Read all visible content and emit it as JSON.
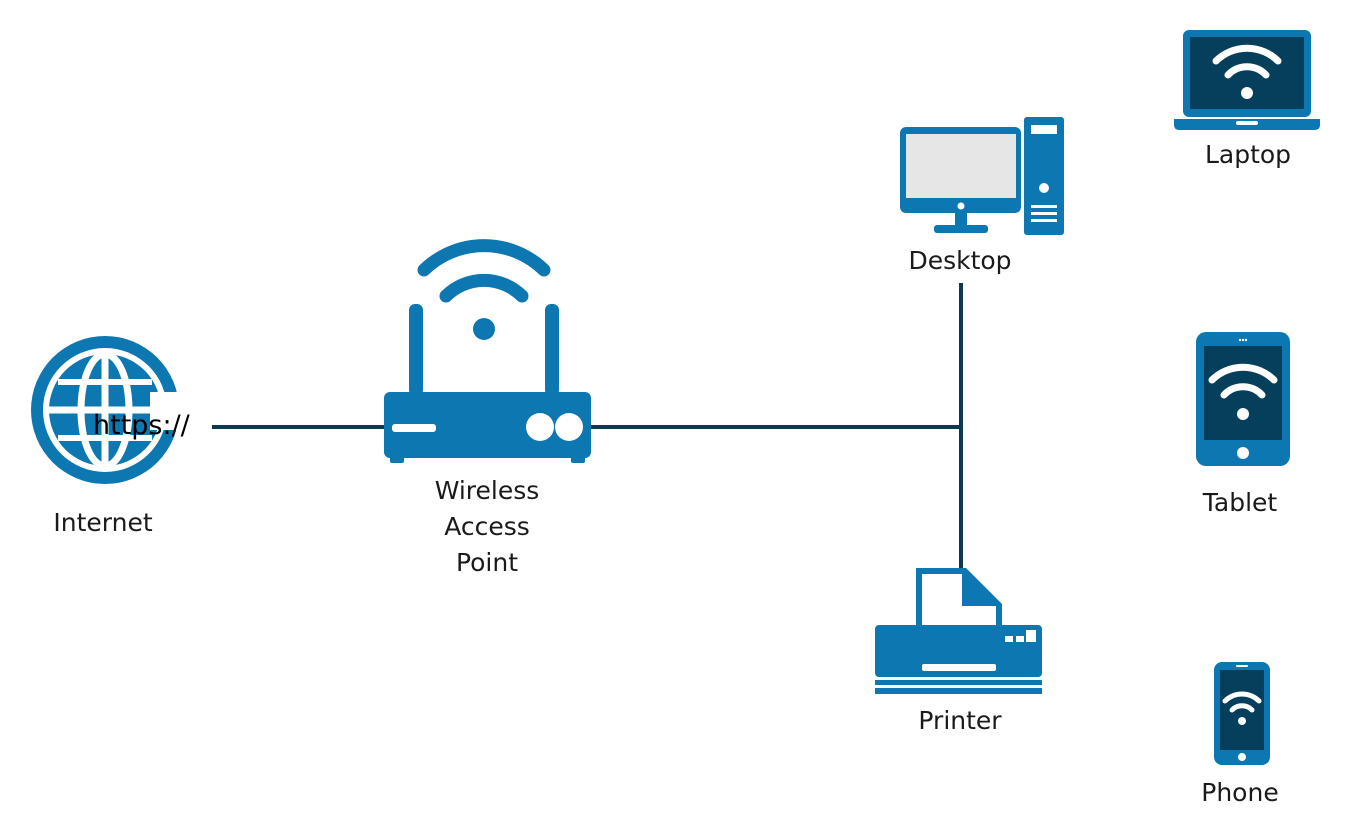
{
  "colors": {
    "device_blue": "#0d77b2",
    "screen_dark": "#063f5c",
    "screen_light": "#e6e6e6",
    "link_line": "#0b3a50",
    "text": "#1a1a1a"
  },
  "nodes": {
    "internet": {
      "icon": "globe-icon",
      "label": "Internet",
      "overlay_text": "https://"
    },
    "access_point": {
      "icon": "wireless-router-icon",
      "label_lines": [
        "Wireless",
        "Access",
        "Point"
      ]
    },
    "desktop": {
      "icon": "desktop-computer-icon",
      "label": "Desktop"
    },
    "printer": {
      "icon": "printer-icon",
      "label": "Printer"
    },
    "laptop": {
      "icon": "laptop-icon",
      "label": "Laptop"
    },
    "tablet": {
      "icon": "tablet-icon",
      "label": "Tablet"
    },
    "phone": {
      "icon": "phone-icon",
      "label": "Phone"
    }
  },
  "connections": [
    {
      "from": "internet",
      "to": "access_point",
      "type": "wired"
    },
    {
      "from": "access_point",
      "to": "desktop",
      "type": "wired"
    },
    {
      "from": "access_point",
      "to": "printer",
      "type": "wired"
    }
  ]
}
